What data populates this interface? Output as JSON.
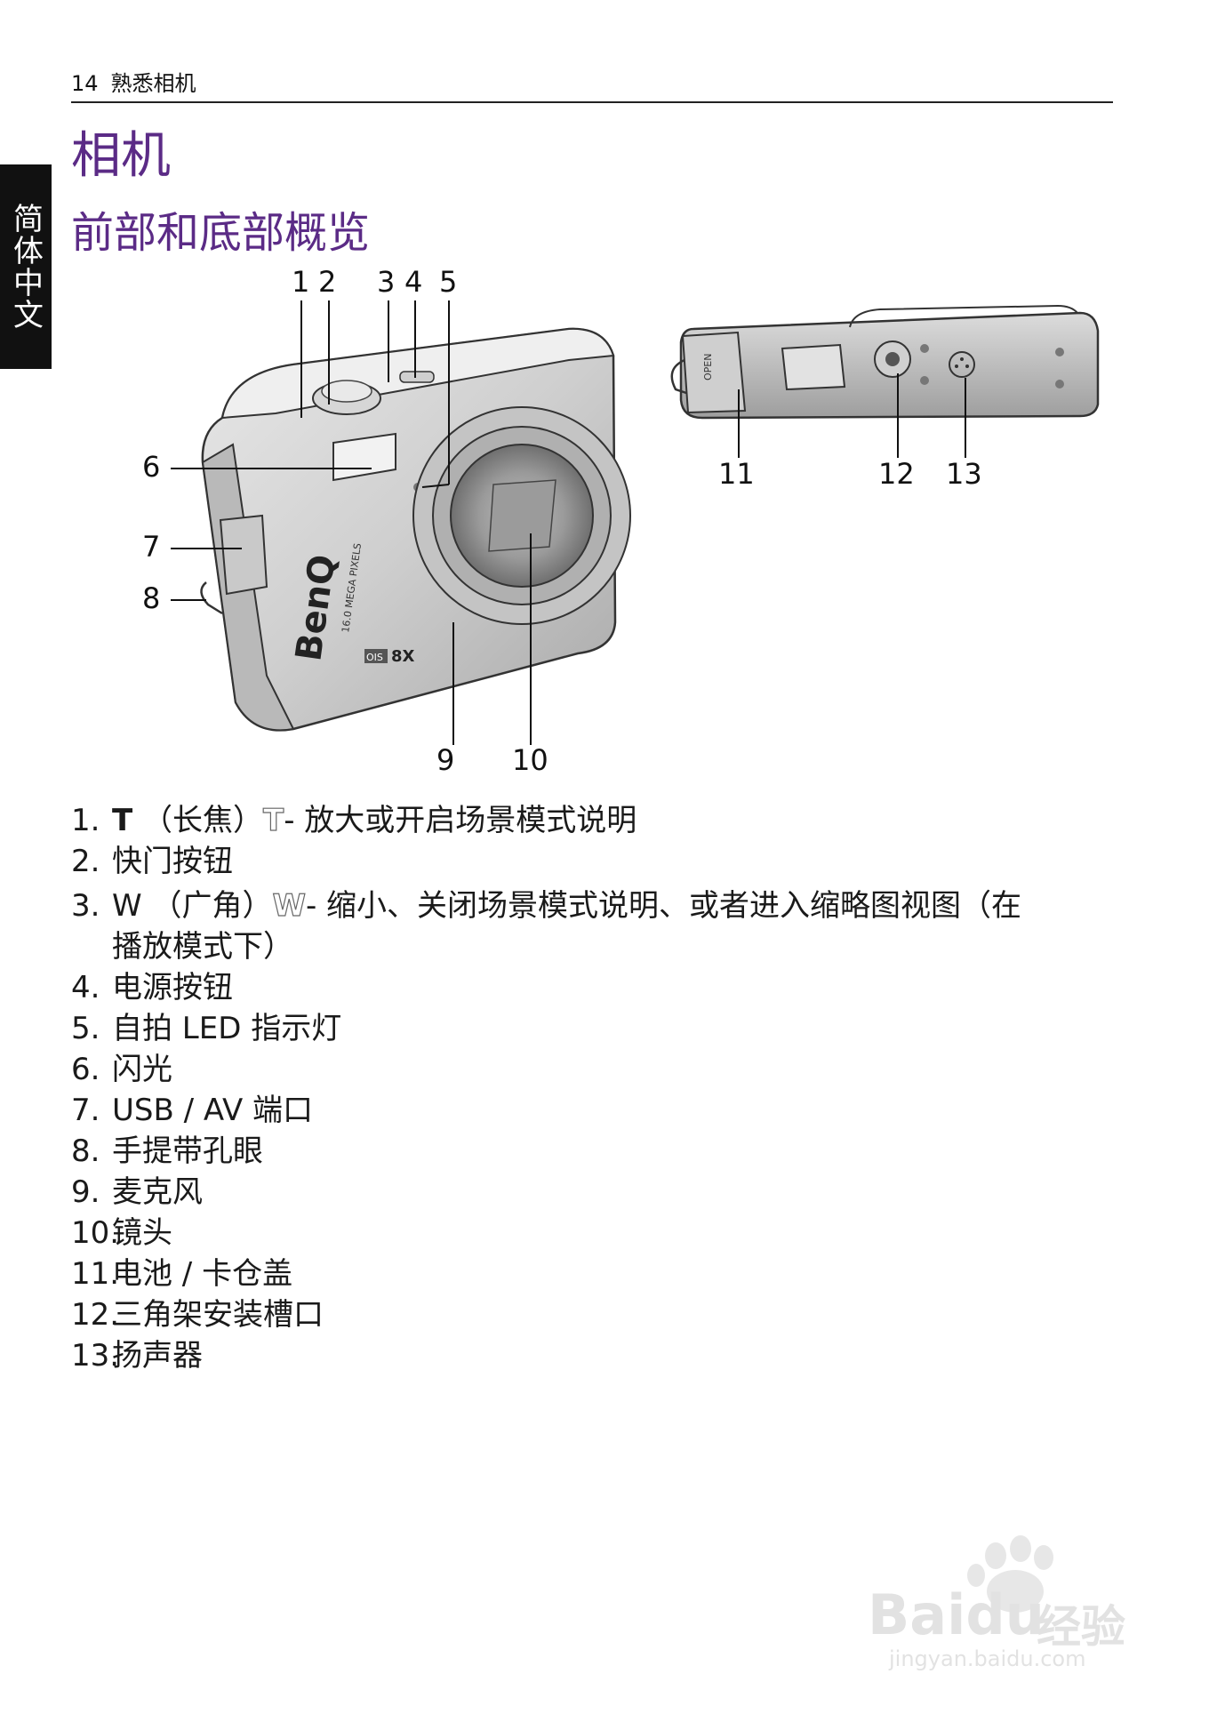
{
  "header": {
    "page_number": "14",
    "section": "熟悉相机"
  },
  "side_tab": "简体中文",
  "title": "相机",
  "subtitle": "前部和底部概览",
  "figure": {
    "callouts": {
      "c1": "1",
      "c2": "2",
      "c3": "3",
      "c4": "4",
      "c5": "5",
      "c6": "6",
      "c7": "7",
      "c8": "8",
      "c9": "9",
      "c10": "10",
      "c11": "11",
      "c12": "12",
      "c13": "13"
    },
    "camera_labels": {
      "brand": "BenQ",
      "megapixels": "16.0 MEGA PIXELS",
      "ois": "OIS",
      "zoom": "8X",
      "open": "OPEN"
    }
  },
  "items": [
    {
      "num": "1.",
      "key": "T",
      "open": "（",
      "name": "长焦",
      "close": "）",
      "icon": "T",
      "desc": "- 放大或开启场景模式说明"
    },
    {
      "num": "2.",
      "text": "快门按钮"
    },
    {
      "num": "3.",
      "key": "W",
      "open": "（",
      "name": "广角",
      "close": "）",
      "icon": "W",
      "desc": "- 缩小、关闭场景模式说明、或者进入缩略图视图（在",
      "desc2": "播放模式下）"
    },
    {
      "num": "4.",
      "text": "电源按钮"
    },
    {
      "num": "5.",
      "text": "自拍 LED 指示灯"
    },
    {
      "num": "6.",
      "text": "闪光"
    },
    {
      "num": "7.",
      "text": "USB / AV 端口"
    },
    {
      "num": "8.",
      "text": "手提带孔眼"
    },
    {
      "num": "9.",
      "text": "麦克风"
    },
    {
      "num": "10.",
      "text": "镜头"
    },
    {
      "num": "11.",
      "text": "电池 / 卡仓盖"
    },
    {
      "num": "12.",
      "text": "三角架安装槽口"
    },
    {
      "num": "13.",
      "text": "扬声器"
    }
  ],
  "watermark": {
    "brand": "Bai",
    "brand2": "du",
    "cn": "经验",
    "url": "jingyan.baidu.com"
  }
}
